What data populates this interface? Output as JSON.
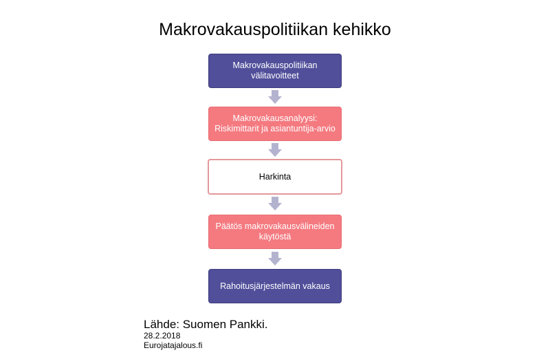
{
  "title": "Makrovakauspolitiikan kehikko",
  "boxes": [
    {
      "label": "Makrovakauspolitiikan välitavoitteet",
      "color": "#514f9a"
    },
    {
      "label": "Makrovakausanalyysi: Riskimittarit ja asiantuntija-arvio",
      "color": "#f47a80"
    },
    {
      "label": "Harkinta",
      "color": "#ffffff"
    },
    {
      "label": "Päätös makrovakausvälineiden käytöstä",
      "color": "#f47a80"
    },
    {
      "label": "Rahoitusjärjestelmän vakaus",
      "color": "#514f9a"
    }
  ],
  "arrow_color": "#b4b3cf",
  "footer": {
    "source": "Lähde: Suomen Pankki.",
    "date": "28.2.2018",
    "site": "Eurojatajalous.fi"
  }
}
